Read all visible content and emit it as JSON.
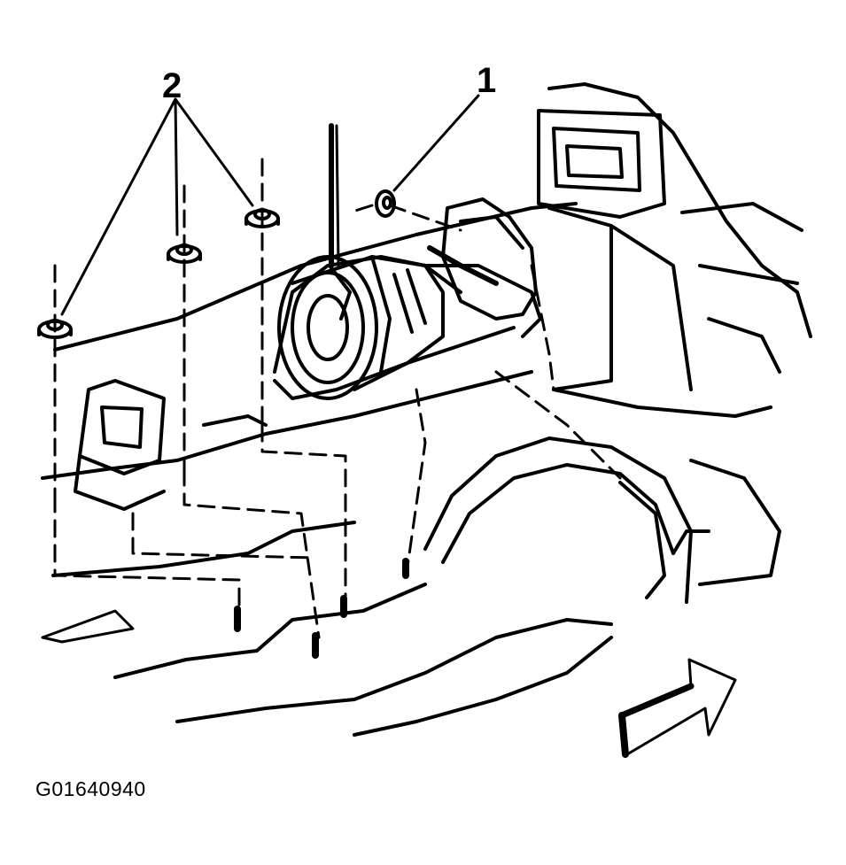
{
  "callouts": {
    "one": "1",
    "two": "2"
  },
  "figure_id": "G01640940",
  "colors": {
    "line": "#000000",
    "background": "#ffffff"
  }
}
